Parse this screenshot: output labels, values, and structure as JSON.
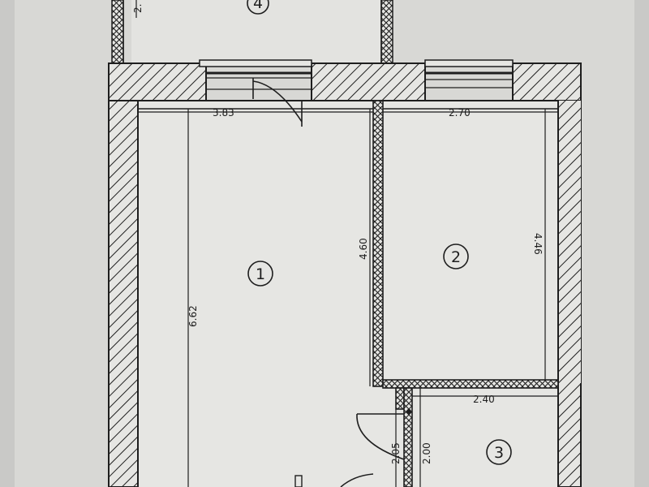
{
  "rooms": [
    {
      "id": "1"
    },
    {
      "id": "2"
    },
    {
      "id": "3"
    },
    {
      "id": "4"
    }
  ],
  "dimensions": {
    "room1_width": "3.83",
    "room1_length": "6.62",
    "partition_length": "4.60",
    "room2_width": "2.70",
    "room2_length": "4.46",
    "room3_width": "2.40",
    "room3_length": "2.00",
    "corridor_length": "2.05",
    "balcony_depth": "2."
  },
  "colors": {
    "paper": "#c9c9c7",
    "floor": "#e6e6e3",
    "ink": "#1e1e1e"
  }
}
